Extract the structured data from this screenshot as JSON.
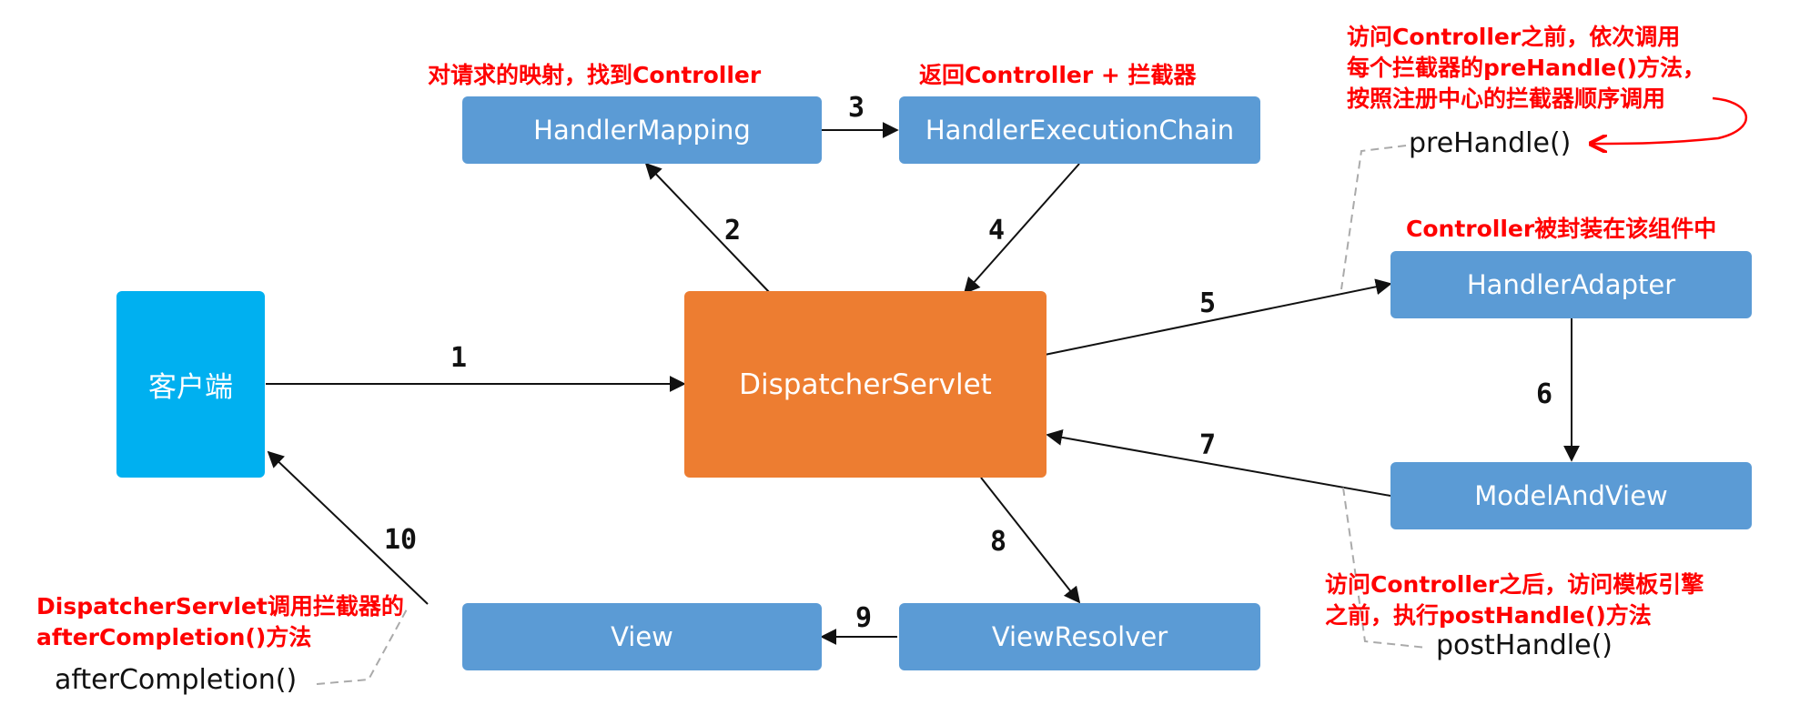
{
  "nodes": {
    "client": "客户端",
    "dispatcher_servlet": "DispatcherServlet",
    "handler_mapping": "HandlerMapping",
    "handler_execution_chain": "HandlerExecutionChain",
    "handler_adapter": "HandlerAdapter",
    "model_and_view": "ModelAndView",
    "view_resolver": "ViewResolver",
    "view": "View"
  },
  "steps": [
    "1",
    "2",
    "3",
    "4",
    "5",
    "6",
    "7",
    "8",
    "9",
    "10"
  ],
  "annotations": {
    "handler_mapping_note": "对请求的映射，找到Controller",
    "chain_note": "返回Controller + 拦截器",
    "prehandle_note": [
      "访问Controller之前，依次调用",
      "每个拦截器的preHandle()方法，",
      "按照注册中心的拦截器顺序调用"
    ],
    "adapter_note": "Controller被封装在该组件中",
    "posthandle_note": [
      "访问Controller之后，访问模板引擎",
      "之前，执行postHandle()方法"
    ],
    "aftercompletion_note": [
      "DispatcherServlet调用拦截器的",
      "afterCompletion()方法"
    ]
  },
  "methods": {
    "pre_handle": "preHandle()",
    "post_handle": "postHandle()",
    "after_completion": "afterCompletion()"
  },
  "colors": {
    "blue_box": "#5b9bd5",
    "orange_box": "#ed7d31",
    "cyan_box": "#00b0f0",
    "annotation_text": "#ff0000",
    "arrow": "#111111",
    "dashed_leader": "#aaaaaa"
  }
}
